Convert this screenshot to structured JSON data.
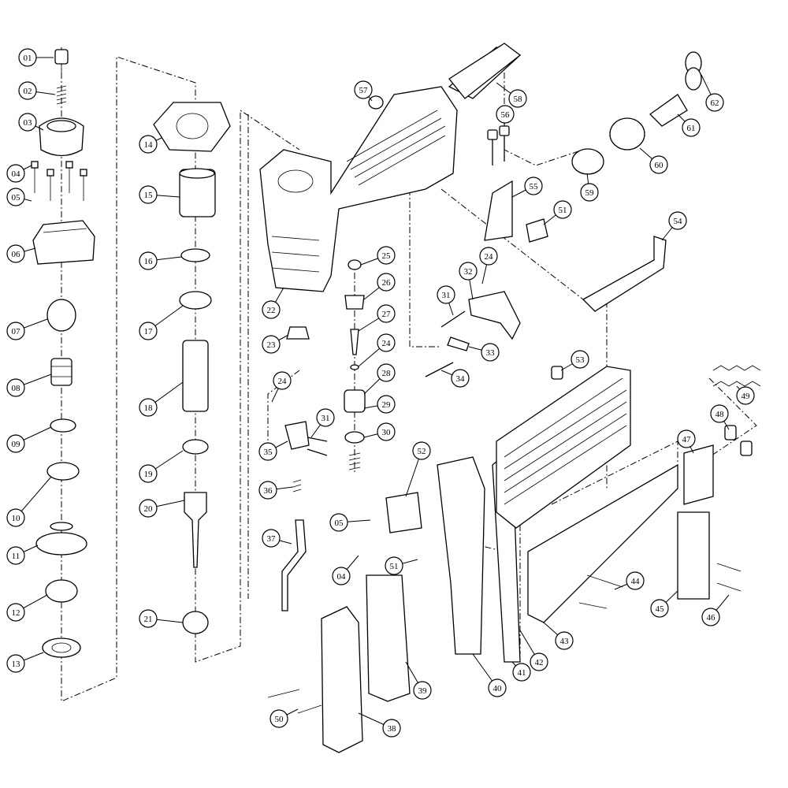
{
  "diagram": {
    "type": "exploded-parts-view",
    "callouts": [
      {
        "id": "01",
        "label": "01"
      },
      {
        "id": "02",
        "label": "02"
      },
      {
        "id": "03",
        "label": "03"
      },
      {
        "id": "04a",
        "label": "04"
      },
      {
        "id": "05a",
        "label": "05"
      },
      {
        "id": "06",
        "label": "06"
      },
      {
        "id": "07",
        "label": "07"
      },
      {
        "id": "08",
        "label": "08"
      },
      {
        "id": "09",
        "label": "09"
      },
      {
        "id": "10",
        "label": "10"
      },
      {
        "id": "11",
        "label": "11"
      },
      {
        "id": "12",
        "label": "12"
      },
      {
        "id": "13",
        "label": "13"
      },
      {
        "id": "14",
        "label": "14"
      },
      {
        "id": "15",
        "label": "15"
      },
      {
        "id": "16",
        "label": "16"
      },
      {
        "id": "17",
        "label": "17"
      },
      {
        "id": "18",
        "label": "18"
      },
      {
        "id": "19",
        "label": "19"
      },
      {
        "id": "20",
        "label": "20"
      },
      {
        "id": "21",
        "label": "21"
      },
      {
        "id": "22",
        "label": "22"
      },
      {
        "id": "23",
        "label": "23"
      },
      {
        "id": "24a",
        "label": "24"
      },
      {
        "id": "24b",
        "label": "24"
      },
      {
        "id": "24c",
        "label": "24"
      },
      {
        "id": "25",
        "label": "25"
      },
      {
        "id": "26",
        "label": "26"
      },
      {
        "id": "27",
        "label": "27"
      },
      {
        "id": "28",
        "label": "28"
      },
      {
        "id": "29",
        "label": "29"
      },
      {
        "id": "30",
        "label": "30"
      },
      {
        "id": "31a",
        "label": "31"
      },
      {
        "id": "31b",
        "label": "31"
      },
      {
        "id": "32",
        "label": "32"
      },
      {
        "id": "33",
        "label": "33"
      },
      {
        "id": "34",
        "label": "34"
      },
      {
        "id": "35",
        "label": "35"
      },
      {
        "id": "36",
        "label": "36"
      },
      {
        "id": "37",
        "label": "37"
      },
      {
        "id": "38",
        "label": "38"
      },
      {
        "id": "39",
        "label": "39"
      },
      {
        "id": "40",
        "label": "40"
      },
      {
        "id": "41",
        "label": "41"
      },
      {
        "id": "42",
        "label": "42"
      },
      {
        "id": "43",
        "label": "43"
      },
      {
        "id": "44",
        "label": "44"
      },
      {
        "id": "45",
        "label": "45"
      },
      {
        "id": "46",
        "label": "46"
      },
      {
        "id": "47",
        "label": "47"
      },
      {
        "id": "48",
        "label": "48"
      },
      {
        "id": "49",
        "label": "49"
      },
      {
        "id": "50",
        "label": "50"
      },
      {
        "id": "51a",
        "label": "51"
      },
      {
        "id": "51b",
        "label": "51"
      },
      {
        "id": "52",
        "label": "52"
      },
      {
        "id": "53",
        "label": "53"
      },
      {
        "id": "54",
        "label": "54"
      },
      {
        "id": "55",
        "label": "55"
      },
      {
        "id": "56",
        "label": "56"
      },
      {
        "id": "57",
        "label": "57"
      },
      {
        "id": "58",
        "label": "58"
      },
      {
        "id": "59",
        "label": "59"
      },
      {
        "id": "60",
        "label": "60"
      },
      {
        "id": "61",
        "label": "61"
      },
      {
        "id": "62",
        "label": "62"
      },
      {
        "id": "04b",
        "label": "04"
      },
      {
        "id": "05b",
        "label": "05"
      }
    ]
  }
}
